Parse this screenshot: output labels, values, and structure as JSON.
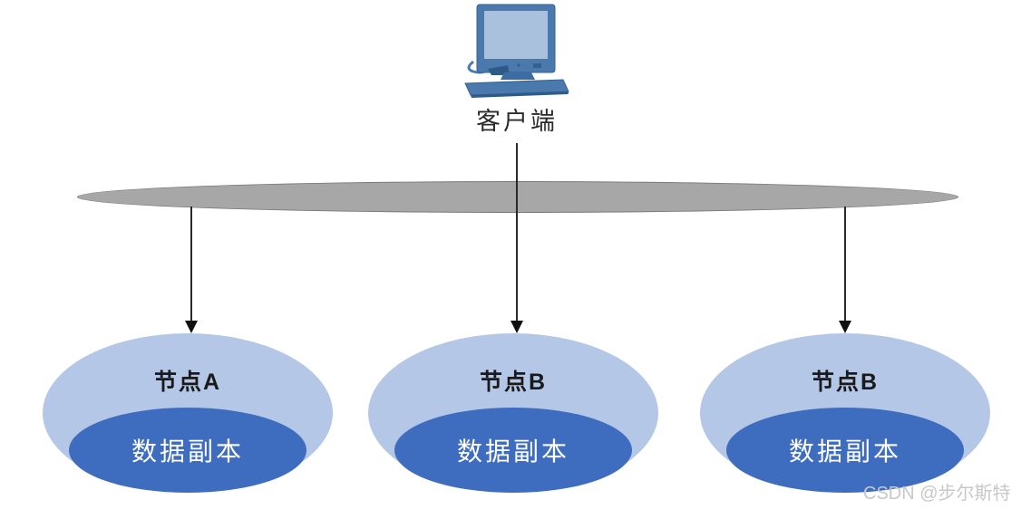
{
  "diagram": {
    "client": {
      "label": "客户端"
    },
    "bus": {
      "description": "backbone-ellipse"
    },
    "nodes": [
      {
        "label": "节点A",
        "replica_label": "数据副本"
      },
      {
        "label": "节点B",
        "replica_label": "数据副本"
      },
      {
        "label": "节点B",
        "replica_label": "数据副本"
      }
    ],
    "watermark": "CSDN @步尔斯特",
    "colors": {
      "node_fill": "#b4c7e7",
      "replica_fill": "#3e6cbe",
      "replica_text": "#ffffff",
      "bus_fill": "#a7a7a7",
      "bus_border": "#787878",
      "arrow": "#111111",
      "icon_frame_blue": "#4a79ae",
      "icon_screen_blue": "#a9c1dd",
      "icon_dark_blue": "#2e5a88",
      "watermark_gray": "#c8c8c8"
    }
  }
}
